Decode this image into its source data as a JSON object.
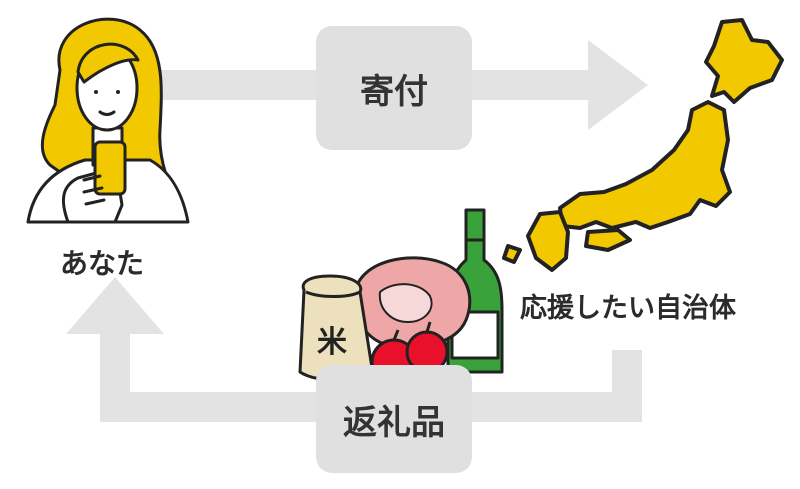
{
  "labels": {
    "donation": "寄付",
    "you": "あなた",
    "municipality": "応援したい自治体",
    "return_gift": "返礼品",
    "rice_bag_char": "米"
  },
  "colors": {
    "arrow": "#e3e3e3",
    "pill": "#e0e0e0",
    "accent_yellow": "#f2c800",
    "outline": "#222222",
    "apple_red": "#e8102a",
    "bottle_green": "#3aa23a",
    "meat_pink": "#eea6a6",
    "rice_bag": "#ede0bc"
  },
  "icons": [
    "person-with-phone-icon",
    "japan-map-icon",
    "rice-bag-icon",
    "meat-icon",
    "sake-bottle-icon",
    "apple-icon"
  ]
}
